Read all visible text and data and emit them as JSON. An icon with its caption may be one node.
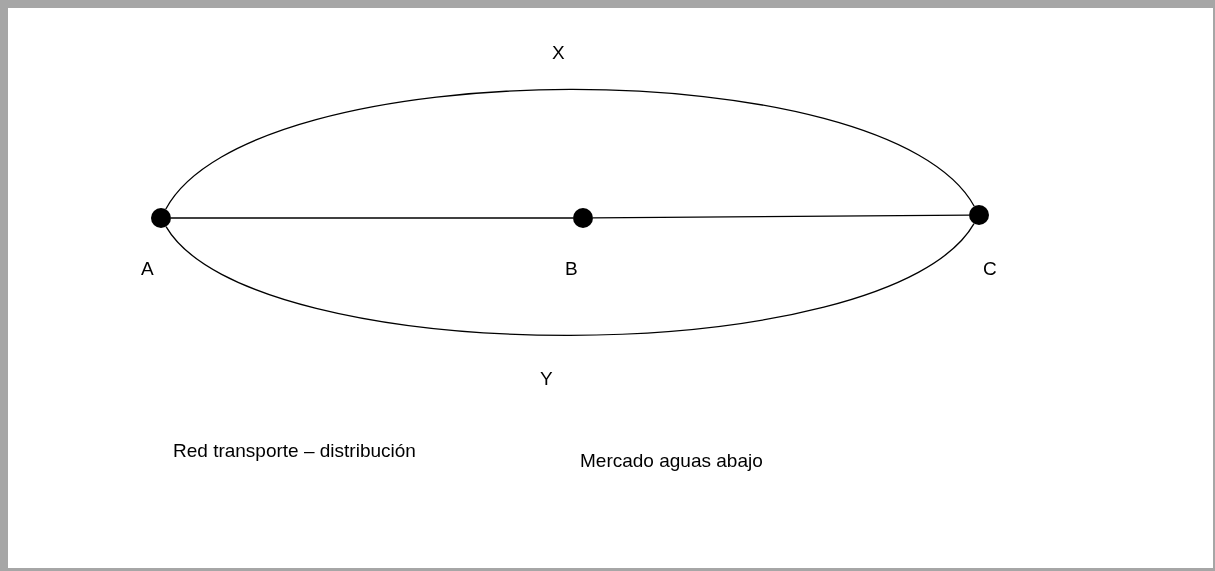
{
  "diagram": {
    "nodes": [
      {
        "text": [],
        "shape": "circle",
        "beside": [
          "A"
        ]
      },
      {
        "text": [],
        "shape": "circle",
        "beside": [
          "B"
        ]
      },
      {
        "text": [],
        "shape": "circle",
        "beside": [
          "C"
        ]
      }
    ],
    "edges": [
      {
        "from": 0,
        "to": 2,
        "arrow": "none",
        "label": "X"
      },
      {
        "from": 0,
        "to": 1,
        "arrow": "none"
      },
      {
        "from": 1,
        "to": 2,
        "arrow": "none"
      },
      {
        "from": 0,
        "to": 2,
        "arrow": "none",
        "label": "Y"
      }
    ],
    "labels": [
      "Red transporte – distribución",
      "Mercado aguas abajo"
    ]
  }
}
